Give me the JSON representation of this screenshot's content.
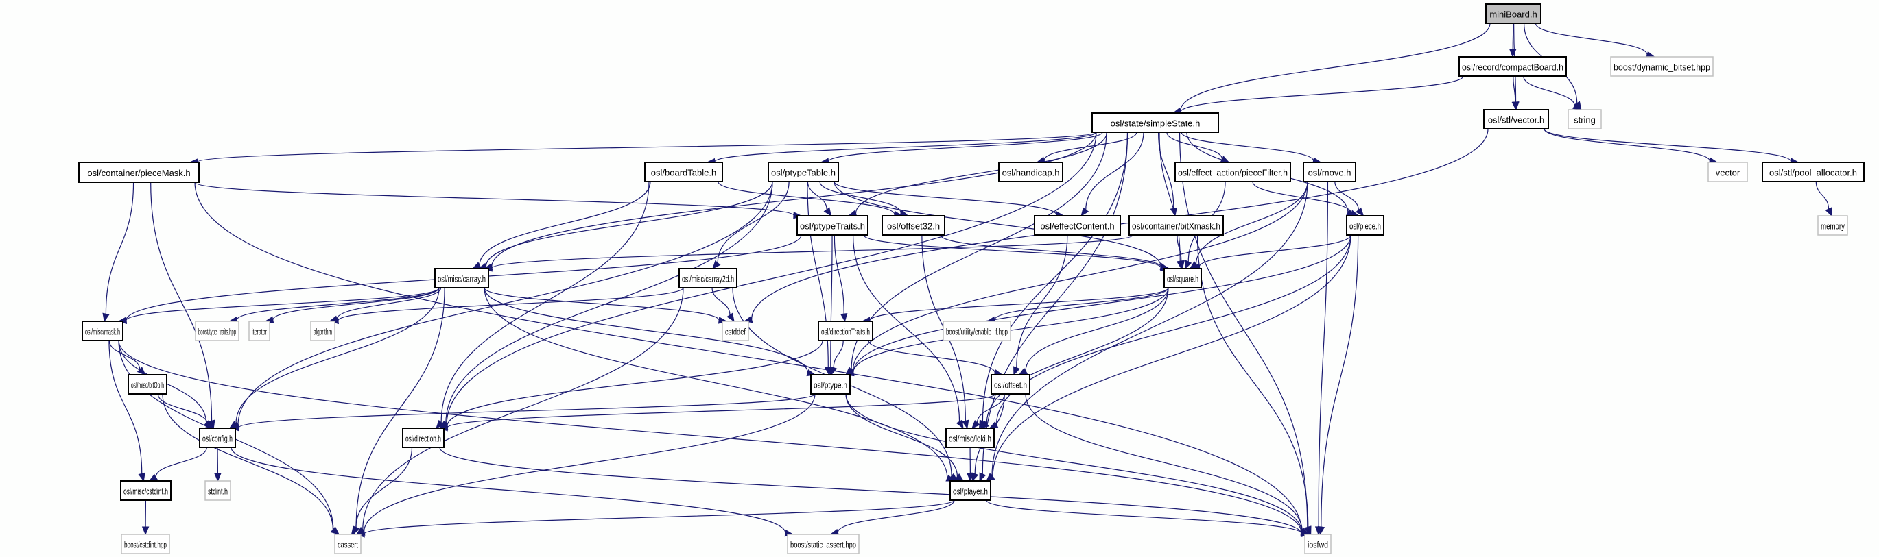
{
  "title": "miniBoard.h include dependency graph",
  "colors": {
    "edge": "#191970",
    "root_fill": "#bfbfbf",
    "node_border": "#000000",
    "external_border": "#c0c0c0",
    "background": "#fdfefd"
  },
  "nodes": [
    {
      "id": "miniBoard",
      "label": "miniBoard.h",
      "kind": "root"
    },
    {
      "id": "compactBoard",
      "label": "osl/record/compactBoard.h",
      "kind": "internal"
    },
    {
      "id": "dynamic_bitset",
      "label": "boost/dynamic_bitset.hpp",
      "kind": "external"
    },
    {
      "id": "vector_h",
      "label": "osl/stl/vector.h",
      "kind": "internal"
    },
    {
      "id": "string",
      "label": "string",
      "kind": "external"
    },
    {
      "id": "simpleState",
      "label": "osl/state/simpleState.h",
      "kind": "internal"
    },
    {
      "id": "vector",
      "label": "vector",
      "kind": "external"
    },
    {
      "id": "pool_allocator",
      "label": "osl/stl/pool_allocator.h",
      "kind": "internal"
    },
    {
      "id": "memory",
      "label": "memory",
      "kind": "external"
    },
    {
      "id": "pieceMask",
      "label": "osl/container/pieceMask.h",
      "kind": "internal"
    },
    {
      "id": "boardTable",
      "label": "osl/boardTable.h",
      "kind": "internal"
    },
    {
      "id": "ptypeTable",
      "label": "osl/ptypeTable.h",
      "kind": "internal"
    },
    {
      "id": "handicap",
      "label": "osl/handicap.h",
      "kind": "internal"
    },
    {
      "id": "pieceFilter",
      "label": "osl/effect_action/pieceFilter.h",
      "kind": "internal"
    },
    {
      "id": "move",
      "label": "osl/move.h",
      "kind": "internal"
    },
    {
      "id": "ptypeTraits",
      "label": "osl/ptypeTraits.h",
      "kind": "internal"
    },
    {
      "id": "offset32",
      "label": "osl/offset32.h",
      "kind": "internal"
    },
    {
      "id": "effectContent",
      "label": "osl/effectContent.h",
      "kind": "internal"
    },
    {
      "id": "bitXmask",
      "label": "osl/container/bitXmask.h",
      "kind": "internal"
    },
    {
      "id": "piece",
      "label": "osl/piece.h",
      "kind": "internal"
    },
    {
      "id": "carray",
      "label": "osl/misc/carray.h",
      "kind": "internal"
    },
    {
      "id": "carray2d",
      "label": "osl/misc/carray2d.h",
      "kind": "internal"
    },
    {
      "id": "square",
      "label": "osl/square.h",
      "kind": "internal"
    },
    {
      "id": "mask",
      "label": "osl/misc/mask.h",
      "kind": "internal"
    },
    {
      "id": "type_traits",
      "label": "boost/type_traits.hpp",
      "kind": "external"
    },
    {
      "id": "iterator",
      "label": "iterator",
      "kind": "external"
    },
    {
      "id": "algorithm",
      "label": "algorithm",
      "kind": "external"
    },
    {
      "id": "cstddef",
      "label": "cstddef",
      "kind": "external"
    },
    {
      "id": "directionTraits",
      "label": "osl/directionTraits.h",
      "kind": "internal"
    },
    {
      "id": "enable_if",
      "label": "boost/utility/enable_if.hpp",
      "kind": "external"
    },
    {
      "id": "bitOp",
      "label": "osl/misc/bitOp.h",
      "kind": "internal"
    },
    {
      "id": "ptype",
      "label": "osl/ptype.h",
      "kind": "internal"
    },
    {
      "id": "offset",
      "label": "osl/offset.h",
      "kind": "internal"
    },
    {
      "id": "config",
      "label": "osl/config.h",
      "kind": "internal"
    },
    {
      "id": "direction",
      "label": "osl/direction.h",
      "kind": "internal"
    },
    {
      "id": "loki",
      "label": "osl/misc/loki.h",
      "kind": "internal"
    },
    {
      "id": "cstdint_h",
      "label": "osl/misc/cstdint.h",
      "kind": "internal"
    },
    {
      "id": "stdint",
      "label": "stdint.h",
      "kind": "external"
    },
    {
      "id": "player",
      "label": "osl/player.h",
      "kind": "internal"
    },
    {
      "id": "boost_cstdint",
      "label": "boost/cstdint.hpp",
      "kind": "external"
    },
    {
      "id": "cassert",
      "label": "cassert",
      "kind": "external"
    },
    {
      "id": "static_assert",
      "label": "boost/static_assert.hpp",
      "kind": "external"
    },
    {
      "id": "iosfwd",
      "label": "iosfwd",
      "kind": "external"
    }
  ],
  "edges": [
    [
      "miniBoard",
      "compactBoard"
    ],
    [
      "miniBoard",
      "dynamic_bitset"
    ],
    [
      "miniBoard",
      "vector_h"
    ],
    [
      "miniBoard",
      "string"
    ],
    [
      "miniBoard",
      "simpleState"
    ],
    [
      "compactBoard",
      "vector_h"
    ],
    [
      "compactBoard",
      "string"
    ],
    [
      "compactBoard",
      "simpleState"
    ],
    [
      "vector_h",
      "vector"
    ],
    [
      "vector_h",
      "pool_allocator"
    ],
    [
      "vector_h",
      "cstddef"
    ],
    [
      "pool_allocator",
      "memory"
    ],
    [
      "simpleState",
      "pieceMask"
    ],
    [
      "simpleState",
      "boardTable"
    ],
    [
      "simpleState",
      "ptypeTable"
    ],
    [
      "simpleState",
      "handicap"
    ],
    [
      "simpleState",
      "pieceFilter"
    ],
    [
      "simpleState",
      "move"
    ],
    [
      "simpleState",
      "ptypeTraits"
    ],
    [
      "simpleState",
      "effectContent"
    ],
    [
      "simpleState",
      "bitXmask"
    ],
    [
      "simpleState",
      "piece"
    ],
    [
      "simpleState",
      "carray"
    ],
    [
      "simpleState",
      "square"
    ],
    [
      "simpleState",
      "ptype"
    ],
    [
      "simpleState",
      "direction"
    ],
    [
      "simpleState",
      "loki"
    ],
    [
      "simpleState",
      "player"
    ],
    [
      "simpleState",
      "iosfwd"
    ],
    [
      "pieceMask",
      "mask"
    ],
    [
      "pieceMask",
      "ptypeTraits"
    ],
    [
      "pieceMask",
      "config"
    ],
    [
      "pieceMask",
      "iosfwd"
    ],
    [
      "boardTable",
      "carray"
    ],
    [
      "boardTable",
      "offset32"
    ],
    [
      "boardTable",
      "direction"
    ],
    [
      "ptypeTable",
      "ptypeTraits"
    ],
    [
      "ptypeTable",
      "offset32"
    ],
    [
      "ptypeTable",
      "carray"
    ],
    [
      "ptypeTable",
      "carray2d"
    ],
    [
      "ptypeTable",
      "effectContent"
    ],
    [
      "ptypeTable",
      "square"
    ],
    [
      "ptypeTable",
      "ptype"
    ],
    [
      "ptypeTable",
      "direction"
    ],
    [
      "ptypeTable",
      "config"
    ],
    [
      "pieceFilter",
      "piece"
    ],
    [
      "pieceFilter",
      "square"
    ],
    [
      "move",
      "piece"
    ],
    [
      "move",
      "square"
    ],
    [
      "move",
      "ptype"
    ],
    [
      "move",
      "player"
    ],
    [
      "move",
      "iosfwd"
    ],
    [
      "ptypeTraits",
      "ptype"
    ],
    [
      "ptypeTraits",
      "directionTraits"
    ],
    [
      "ptypeTraits",
      "square"
    ],
    [
      "ptypeTraits",
      "loki"
    ],
    [
      "ptypeTraits",
      "mask"
    ],
    [
      "offset32",
      "square"
    ],
    [
      "offset32",
      "loki"
    ],
    [
      "effectContent",
      "offset"
    ],
    [
      "bitXmask",
      "square"
    ],
    [
      "bitXmask",
      "carray"
    ],
    [
      "bitXmask",
      "iosfwd"
    ],
    [
      "piece",
      "square"
    ],
    [
      "piece",
      "ptype"
    ],
    [
      "piece",
      "player"
    ],
    [
      "piece",
      "loki"
    ],
    [
      "piece",
      "iosfwd"
    ],
    [
      "carray",
      "type_traits"
    ],
    [
      "carray",
      "iterator"
    ],
    [
      "carray",
      "algorithm"
    ],
    [
      "carray",
      "cstddef"
    ],
    [
      "carray",
      "mask"
    ],
    [
      "carray",
      "config"
    ],
    [
      "carray",
      "player"
    ],
    [
      "carray",
      "ptype"
    ],
    [
      "carray",
      "cassert"
    ],
    [
      "carray2d",
      "algorithm"
    ],
    [
      "carray2d",
      "cstddef"
    ],
    [
      "carray2d",
      "cassert"
    ],
    [
      "carray2d",
      "player"
    ],
    [
      "square",
      "directionTraits"
    ],
    [
      "square",
      "offset"
    ],
    [
      "square",
      "enable_if"
    ],
    [
      "square",
      "loki"
    ],
    [
      "square",
      "ptype"
    ],
    [
      "mask",
      "bitOp"
    ],
    [
      "mask",
      "config"
    ],
    [
      "mask",
      "cstdint_h"
    ],
    [
      "mask",
      "cassert"
    ],
    [
      "mask",
      "iosfwd"
    ],
    [
      "directionTraits",
      "ptype"
    ],
    [
      "directionTraits",
      "offset"
    ],
    [
      "directionTraits",
      "direction"
    ],
    [
      "bitOp",
      "config"
    ],
    [
      "bitOp",
      "cassert"
    ],
    [
      "ptype",
      "config"
    ],
    [
      "ptype",
      "player"
    ],
    [
      "ptype",
      "cassert"
    ],
    [
      "ptype",
      "iosfwd"
    ],
    [
      "offset",
      "direction"
    ],
    [
      "offset",
      "loki"
    ],
    [
      "offset",
      "player"
    ],
    [
      "offset",
      "iosfwd"
    ],
    [
      "config",
      "cstdint_h"
    ],
    [
      "config",
      "stdint"
    ],
    [
      "config",
      "static_assert"
    ],
    [
      "direction",
      "cassert"
    ],
    [
      "direction",
      "iosfwd"
    ],
    [
      "loki",
      "player"
    ],
    [
      "cstdint_h",
      "boost_cstdint"
    ],
    [
      "player",
      "cassert"
    ],
    [
      "player",
      "static_assert"
    ],
    [
      "player",
      "iosfwd"
    ]
  ]
}
